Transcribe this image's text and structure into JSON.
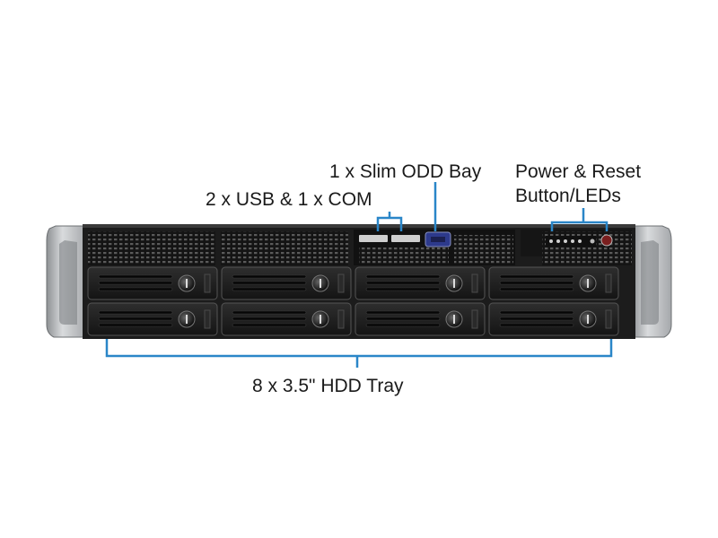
{
  "callouts": {
    "odd": "1 x Slim ODD Bay",
    "usb_com": "2 x USB & 1 x COM",
    "power_line1": "Power & Reset",
    "power_line2": "Button/LEDs",
    "hdd": "8 x 3.5\" HDD Tray"
  },
  "colors": {
    "callout_line": "#2a86c8",
    "chassis": "#1c1c1c",
    "handle": "#b9bcbf",
    "com_port": "#2d3a8c",
    "background": "#ffffff"
  },
  "hdd_trays": {
    "rows": 2,
    "columns": 4
  }
}
